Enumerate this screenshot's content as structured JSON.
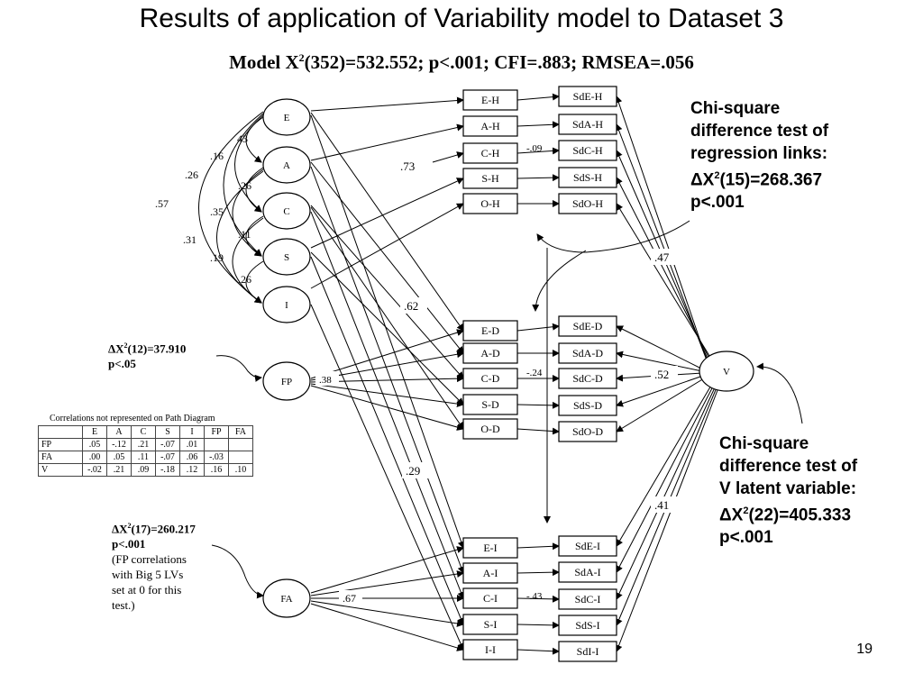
{
  "title": "Results of application of Variability model to Dataset 3",
  "subtitle": {
    "prefix": "Model X",
    "sup": "2",
    "rest": "(352)=532.552; p<.001; CFI=.883; RMSEA=.056"
  },
  "latent_left": [
    "E",
    "A",
    "C",
    "S",
    "I"
  ],
  "fp_label": "FP",
  "fa_label": "FA",
  "v_label": "V",
  "h_boxes": [
    "E-H",
    "A-H",
    "C-H",
    "S-H",
    "O-H"
  ],
  "h_sd": [
    "SdE-H",
    "SdA-H",
    "SdC-H",
    "SdS-H",
    "SdO-H"
  ],
  "d_boxes": [
    "E-D",
    "A-D",
    "C-D",
    "S-D",
    "O-D"
  ],
  "d_sd": [
    "SdE-D",
    "SdA-D",
    "SdC-D",
    "SdS-D",
    "SdO-D"
  ],
  "i_boxes": [
    "E-I",
    "A-I",
    "C-I",
    "S-I",
    "I-I"
  ],
  "i_sd": [
    "SdE-I",
    "SdA-I",
    "SdC-I",
    "SdS-I",
    "SdI-I"
  ],
  "correlations": {
    "c43": "43",
    "c16": ".16",
    "c26a": ".26",
    "c57": ".57",
    "c26b": ".26",
    "c35": ".35",
    "c11": ".11",
    "c31": ".31",
    "c19": ".19",
    "c26c": ".26"
  },
  "path_labels": {
    "p73": ".73",
    "p09": "-.09",
    "p62": ".62",
    "p38": ".38",
    "p24": "-.24",
    "p52": ".52",
    "p47": ".47",
    "p29": ".29",
    "p41": ".41",
    "p67": ".67",
    "p43": "-.43"
  },
  "chi_regression": {
    "line1": "Chi-square",
    "line2": "difference test of",
    "line3": "regression links:",
    "line4_prefix": "ΔX",
    "line4_sup": "2",
    "line4_rest": "(15)=268.367",
    "line5": "p<.001"
  },
  "chi_v": {
    "line1": "Chi-square",
    "line2": "difference test of",
    "line3": "V latent variable:",
    "line4_prefix": "ΔX",
    "line4_sup": "2",
    "line4_rest": "(22)=405.333",
    "line5": "p<.001"
  },
  "fp_note": {
    "line1_prefix": "ΔX",
    "line1_sup": "2",
    "line1_rest": "(12)=37.910",
    "line2": "p<.05"
  },
  "fa_note": {
    "line1_prefix": "ΔX",
    "line1_sup": "2",
    "line1_rest": "(17)=260.217",
    "line2": "p<.001",
    "line3": "(FP correlations",
    "line4": "with Big 5 LVs",
    "line5": "set at 0 for this",
    "line6": "test.)"
  },
  "corr_table": {
    "caption": "Correlations not represented on Path Diagram",
    "header": [
      "",
      "E",
      "A",
      "C",
      "S",
      "I",
      "FP",
      "FA"
    ],
    "rows": [
      [
        "FP",
        ".05",
        "-.12",
        ".21",
        "-.07",
        ".01",
        "",
        ""
      ],
      [
        "FA",
        ".00",
        ".05",
        ".11",
        "-.07",
        ".06",
        "-.03",
        ""
      ],
      [
        "V",
        "-.02",
        ".21",
        ".09",
        "-.18",
        ".12",
        ".16",
        ".10"
      ]
    ]
  },
  "page_number": "19"
}
